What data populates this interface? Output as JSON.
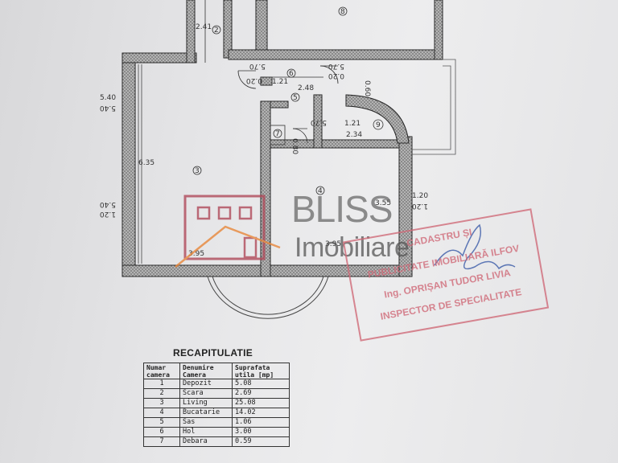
{
  "plan": {
    "dimensions": [
      "2.41",
      "5.70",
      "1.21",
      "2.48",
      "5.70",
      "0.20",
      "0.20",
      "0.60",
      "5.70",
      "1.21",
      "2.34",
      "0.80",
      "6.35",
      "3.95",
      "3.95",
      "3.55",
      "5.40",
      "5.40",
      "5.40",
      "1.20",
      "1.20",
      "1.20"
    ],
    "room_numbers": [
      "2",
      "8",
      "6",
      "5",
      "9",
      "7",
      "3",
      "4"
    ]
  },
  "brand": {
    "name": "BLISS",
    "subtitle": "Imobiliare",
    "colors": {
      "logo_red": "#b04a5a",
      "logo_orange": "#e8873a"
    }
  },
  "stamp": {
    "lines": [
      "CADASTRU ȘI",
      "PUBLICITATE IMOBILIARĂ ILFOV",
      "Ing. OPRIȘAN TUDOR LIVIA",
      "INSPECTOR DE SPECIALITATE"
    ],
    "color": "#d06a78"
  },
  "recap": {
    "title": "RECAPITULATIE",
    "headers": [
      "Numar camera",
      "Denumire Camera",
      "Suprafata utila [mp]"
    ],
    "rows": [
      [
        "1",
        "Depozit",
        "5.08"
      ],
      [
        "2",
        "Scara",
        "2.69"
      ],
      [
        "3",
        "Living",
        "25.08"
      ],
      [
        "4",
        "Bucatarie",
        "14.02"
      ],
      [
        "5",
        "Sas",
        "1.06"
      ],
      [
        "6",
        "Hol",
        "3.00"
      ],
      [
        "7",
        "Debara",
        "0.59"
      ]
    ]
  }
}
